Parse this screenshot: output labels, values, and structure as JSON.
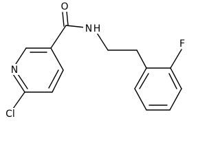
{
  "molecule": {
    "atoms": {
      "oxygen": "O",
      "amide_nitrogen": "N",
      "amide_hydrogen": "H",
      "ring_nitrogen": "N",
      "chlorine": "Cl",
      "fluorine": "F"
    }
  }
}
